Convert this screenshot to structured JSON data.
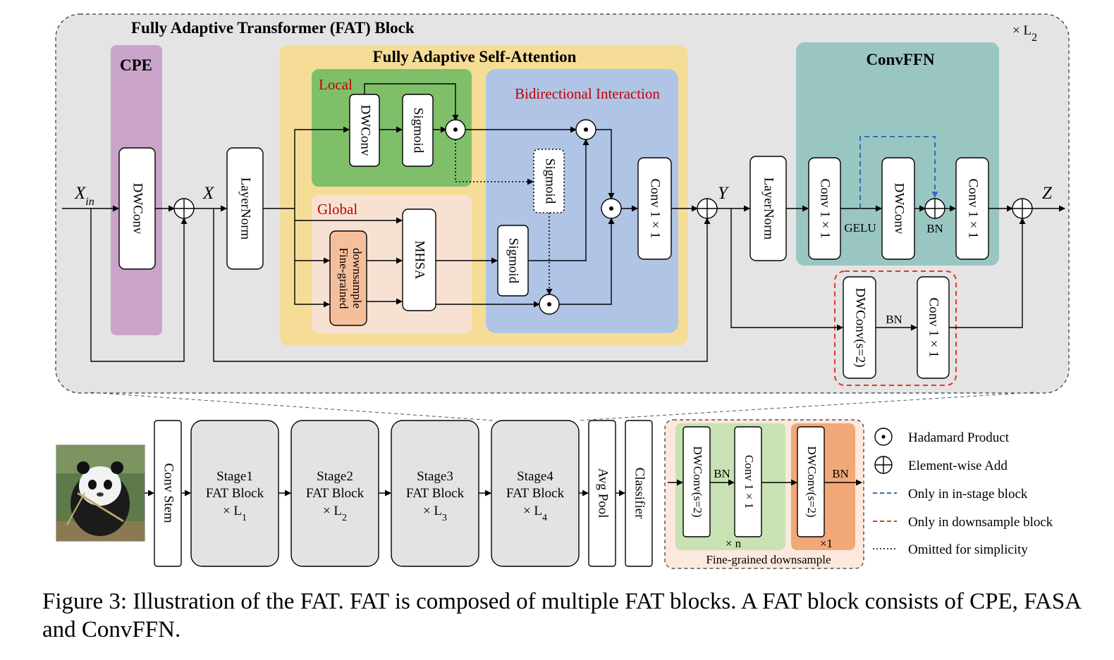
{
  "fat_block": {
    "title": "Fully Adaptive Transformer (FAT) Block",
    "repeat": "× L",
    "repeat_sub": "2",
    "cpe_title": "CPE",
    "fasa_title": "Fully Adaptive Self-Attention",
    "local_title": "Local",
    "global_title": "Global",
    "bidirectional_title": "Bidirectional Interaction",
    "convffn_title": "ConvFFN",
    "x_in": "X",
    "x_in_sub": "in",
    "x": "X",
    "y": "Y",
    "z": "Z",
    "dwconv": "DWConv",
    "layernorm": "LayerNorm",
    "sigmoid": "Sigmoid",
    "mhsa": "MHSA",
    "fine_grained_1": "Fine-grained",
    "fine_grained_2": "downsample",
    "conv1x1": "Conv 1 × 1",
    "gelu": "GELU",
    "bn": "BN",
    "dwconv_s2": "DWConv(s=2)"
  },
  "pipeline": {
    "conv_stem": "Conv Stem",
    "stages": [
      {
        "name": "Stage1",
        "block": "FAT Block",
        "repeat": "× L",
        "sub": "1"
      },
      {
        "name": "Stage2",
        "block": "FAT Block",
        "repeat": "× L",
        "sub": "2"
      },
      {
        "name": "Stage3",
        "block": "FAT Block",
        "repeat": "× L",
        "sub": "3"
      },
      {
        "name": "Stage4",
        "block": "FAT Block",
        "repeat": "× L",
        "sub": "4"
      }
    ],
    "avg_pool": "Avg Pool",
    "classifier": "Classifier"
  },
  "downsample_detail": {
    "dwconv_s2": "DWConv(s=2)",
    "conv1x1": "Conv 1 × 1",
    "bn": "BN",
    "times_n": "× n",
    "times_1": "×1",
    "title": "Fine-grained downsample"
  },
  "legend": [
    {
      "symbol": "hadamard",
      "label": "Hadamard Product"
    },
    {
      "symbol": "add",
      "label": "Element-wise Add"
    },
    {
      "symbol": "blue-dashed",
      "label": "Only in in-stage block"
    },
    {
      "symbol": "red-dashed",
      "label": "Only in downsample block"
    },
    {
      "symbol": "dotted",
      "label": "Omitted for simplicity"
    }
  ],
  "caption": "Figure 3: Illustration of the FAT. FAT is composed of multiple FAT blocks. A FAT block consists of CPE, FASA and ConvFFN.",
  "colors": {
    "outer_bg": "#e4e4e4",
    "cpe": "#c9a4c8",
    "fasa": "#f5dd97",
    "local": "#7fbf6a",
    "global": "#f6e1d3",
    "bidirectional": "#b0c4e6",
    "convffn": "#9ac6c2",
    "fine_grained": "#f6bf9c",
    "stage": "#e3e3e3",
    "ds_green": "#c8e2b3",
    "ds_orange": "#f2a878",
    "ds_bg": "#fce8dc",
    "blue_dash": "#2f6bbd",
    "red_dash": "#e8352a",
    "label_red": "#c00000"
  }
}
